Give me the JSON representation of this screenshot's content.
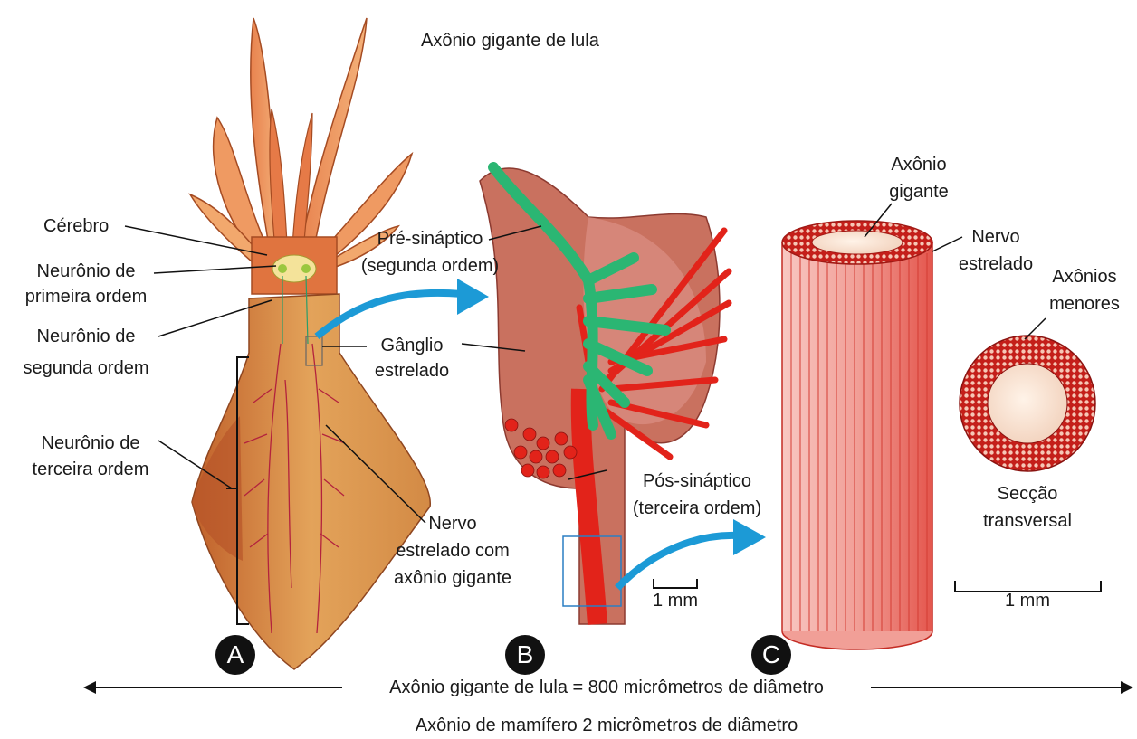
{
  "title": "Axônio gigante de lula",
  "panel_a": {
    "badge": "A",
    "labels": {
      "cerebro": "Cérebro",
      "primeira_1": "Neurônio de",
      "primeira_2": "primeira ordem",
      "segunda_1": "Neurônio de",
      "segunda_2": "segunda ordem",
      "terceira_1": "Neurônio de",
      "terceira_2": "terceira ordem",
      "ganglio_1": "Gânglio",
      "ganglio_2": "estrelado",
      "nervo_1": "Nervo",
      "nervo_2": "estrelado com",
      "nervo_3": "axônio gigante"
    }
  },
  "panel_b": {
    "badge": "B",
    "labels": {
      "pre_1": "Pré-sináptico",
      "pre_2": "(segunda ordem)",
      "pos_1": "Pós-sináptico",
      "pos_2": "(terceira ordem)"
    },
    "scale_label": "1 mm"
  },
  "panel_c": {
    "badge": "C",
    "labels": {
      "axonio_1": "Axônio",
      "axonio_2": "gigante",
      "nervo_1": "Nervo",
      "nervo_2": "estrelado",
      "menores_1": "Axônios",
      "menores_2": "menores",
      "seccao_1": "Secção",
      "seccao_2": "transversal"
    },
    "scale_label": "1 mm"
  },
  "footer": {
    "comparison": "Axônio gigante de lula = 800 micrômetros de diâmetro",
    "mammal": "Axônio de mamífero 2 micrômetros de diâmetro"
  },
  "colors": {
    "squid_body": "#d9893f",
    "squid_dark": "#b35a2a",
    "nerve_red": "#e2231a",
    "nerve_green": "#2bb673",
    "ganglion": "#c96a5c",
    "arrow_blue": "#1c9ad6",
    "cylinder": "#f2a6a0"
  }
}
